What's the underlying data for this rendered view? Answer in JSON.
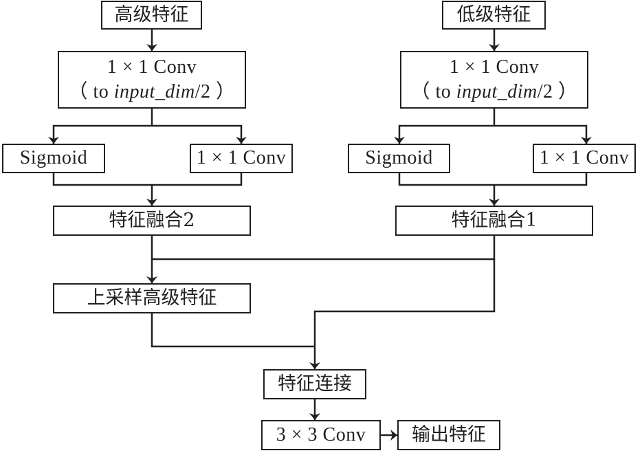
{
  "diagram": {
    "type": "flowchart",
    "nodes": {
      "high_feature": "高级特征",
      "low_feature": "低级特征",
      "conv_left": {
        "line1": "1 × 1 Conv",
        "prefix": "（ to ",
        "italic": "input_dim",
        "suffix": "/2 ）"
      },
      "conv_right": {
        "line1": "1 × 1 Conv",
        "prefix": "（ to ",
        "italic": "input_dim",
        "suffix": "/2 ）"
      },
      "sigmoid_left": "Sigmoid",
      "conv1x1_left": "1 × 1 Conv",
      "sigmoid_right": "Sigmoid",
      "conv1x1_right": "1 × 1 Conv",
      "fusion2": "特征融合2",
      "fusion1": "特征融合1",
      "upsample_high": "上采样高级特征",
      "concat": "特征连接",
      "conv3x3": "3 × 3 Conv",
      "output": "输出特征"
    },
    "edges": [
      [
        "high_feature",
        "conv_left"
      ],
      [
        "conv_left",
        "sigmoid_left"
      ],
      [
        "conv_left",
        "conv1x1_left"
      ],
      [
        "sigmoid_left",
        "fusion2"
      ],
      [
        "conv1x1_left",
        "fusion2"
      ],
      [
        "low_feature",
        "conv_right"
      ],
      [
        "conv_right",
        "sigmoid_right"
      ],
      [
        "conv_right",
        "conv1x1_right"
      ],
      [
        "sigmoid_right",
        "fusion1"
      ],
      [
        "conv1x1_right",
        "fusion1"
      ],
      [
        "fusion2",
        "upsample_high"
      ],
      [
        "fusion1",
        "upsample_high"
      ],
      [
        "fusion1",
        "concat"
      ],
      [
        "upsample_high",
        "concat"
      ],
      [
        "concat",
        "conv3x3"
      ],
      [
        "conv3x3",
        "output"
      ]
    ],
    "colors": {
      "stroke": "#231f20",
      "background": "#ffffff"
    }
  }
}
